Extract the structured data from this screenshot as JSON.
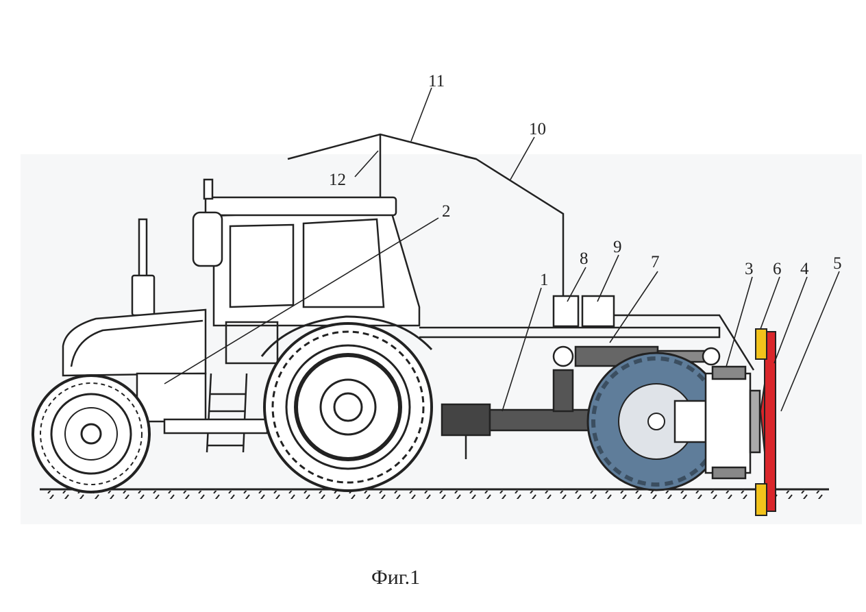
{
  "figure": {
    "caption": "Фиг.1",
    "labels": [
      "1",
      "2",
      "3",
      "4",
      "5",
      "6",
      "7",
      "8",
      "9",
      "10",
      "11",
      "12"
    ]
  },
  "colors": {
    "line": "#222222",
    "tire": "#4a5560",
    "wheel_blue": "#5f7d9a",
    "disc_red": "#d9262b",
    "marker_yellow": "#f2c21b",
    "background_shade": "#f4f5f6"
  }
}
